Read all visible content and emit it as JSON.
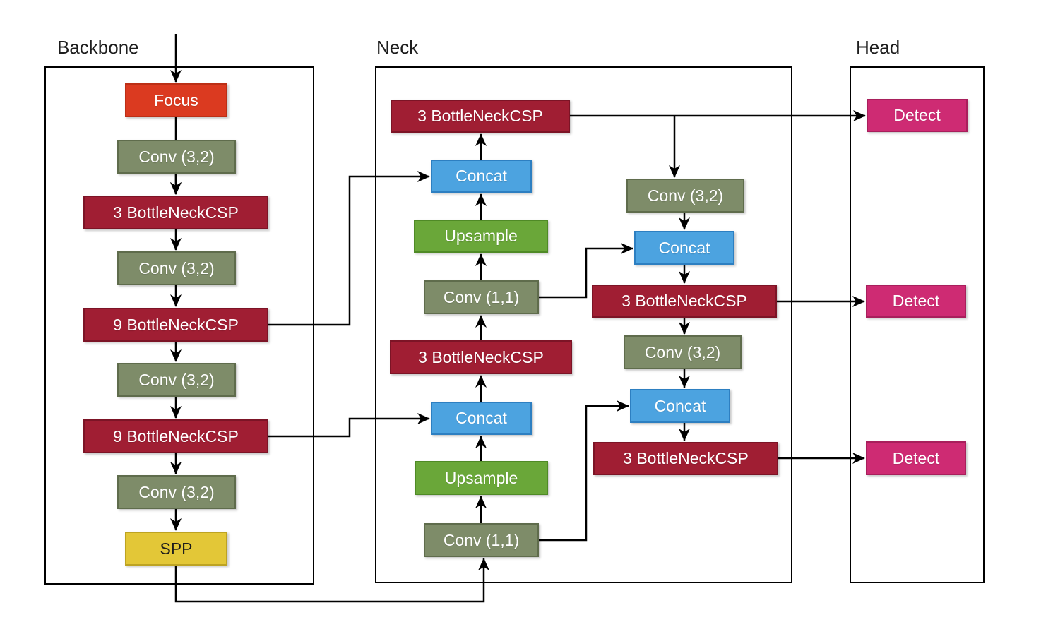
{
  "diagram": {
    "type": "flowchart",
    "description": "Object detection network architecture diagram with Backbone, Neck and Head sections",
    "sections": {
      "backbone": {
        "label": "Backbone"
      },
      "neck": {
        "label": "Neck"
      },
      "head": {
        "label": "Head"
      }
    },
    "nodes": {
      "bb_focus": {
        "label": "Focus",
        "type": "focus"
      },
      "bb_conv1": {
        "label": "Conv (3,2)",
        "type": "conv"
      },
      "bb_csp1": {
        "label": "3 BottleNeckCSP",
        "type": "csp"
      },
      "bb_conv2": {
        "label": "Conv (3,2)",
        "type": "conv"
      },
      "bb_csp2": {
        "label": "9 BottleNeckCSP",
        "type": "csp"
      },
      "bb_conv3": {
        "label": "Conv (3,2)",
        "type": "conv"
      },
      "bb_csp3": {
        "label": "9 BottleNeckCSP",
        "type": "csp"
      },
      "bb_conv4": {
        "label": "Conv (3,2)",
        "type": "conv"
      },
      "bb_spp": {
        "label": "SPP",
        "type": "spp"
      },
      "nk_csp_top": {
        "label": "3 BottleNeckCSP",
        "type": "csp"
      },
      "nk_concat1": {
        "label": "Concat",
        "type": "concat"
      },
      "nk_upsample1": {
        "label": "Upsample",
        "type": "upsample"
      },
      "nk_conv11_1": {
        "label": "Conv (1,1)",
        "type": "conv"
      },
      "nk_csp_mid": {
        "label": "3 BottleNeckCSP",
        "type": "csp"
      },
      "nk_concat2": {
        "label": "Concat",
        "type": "concat"
      },
      "nk_upsample2": {
        "label": "Upsample",
        "type": "upsample"
      },
      "nk_conv11_2": {
        "label": "Conv (1,1)",
        "type": "conv"
      },
      "nk_conv32_r1": {
        "label": "Conv (3,2)",
        "type": "conv"
      },
      "nk_concat_r1": {
        "label": "Concat",
        "type": "concat"
      },
      "nk_csp_r1": {
        "label": "3 BottleNeckCSP",
        "type": "csp"
      },
      "nk_conv32_r2": {
        "label": "Conv (3,2)",
        "type": "conv"
      },
      "nk_concat_r2": {
        "label": "Concat",
        "type": "concat"
      },
      "nk_csp_r2": {
        "label": "3 BottleNeckCSP",
        "type": "csp"
      },
      "hd_detect1": {
        "label": "Detect",
        "type": "detect"
      },
      "hd_detect2": {
        "label": "Detect",
        "type": "detect"
      },
      "hd_detect3": {
        "label": "Detect",
        "type": "detect"
      }
    },
    "colors": {
      "focus": "#db3a20",
      "conv": "#7e8c69",
      "bottleneck_csp": "#a01e33",
      "concat": "#4ca3e0",
      "upsample": "#6aa739",
      "spp": "#e3c737",
      "detect": "#ce2b73",
      "connector": "#000000",
      "background": "#ffffff"
    }
  }
}
